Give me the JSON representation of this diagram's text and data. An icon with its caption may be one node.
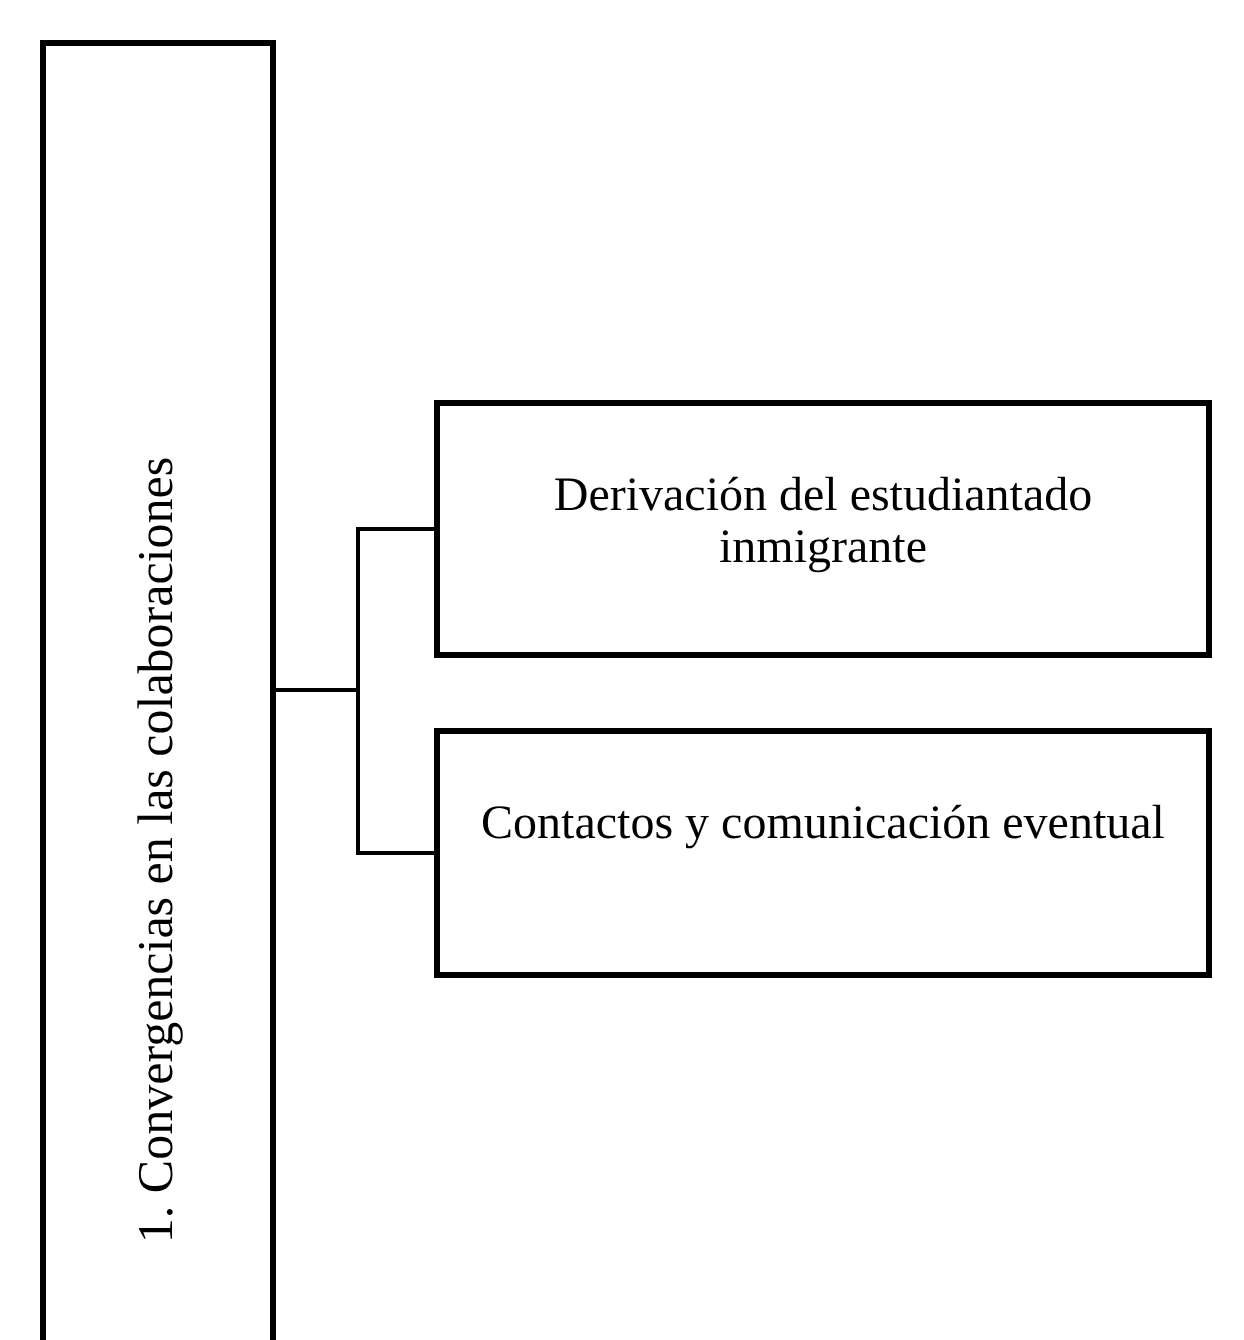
{
  "diagram": {
    "nodes": [
      {
        "text": [
          "1. Convergencias en las colaboraciones"
        ]
      },
      {
        "text": [
          "Derivación del estudiantado inmigrante"
        ]
      },
      {
        "text": [
          "Contactos y comunicación eventual"
        ]
      }
    ],
    "edges": [
      {
        "from": 0,
        "to": 1,
        "arrow": "none"
      },
      {
        "from": 0,
        "to": 2,
        "arrow": "none"
      }
    ]
  }
}
